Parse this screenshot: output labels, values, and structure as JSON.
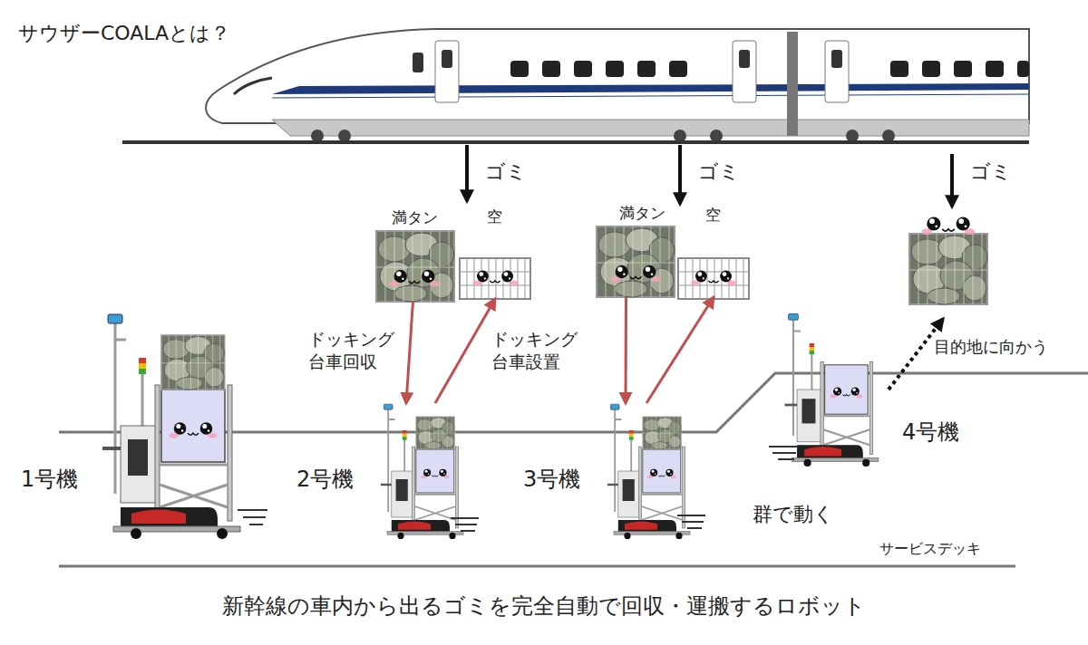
{
  "diagram": {
    "title": "サウザーCOALAとは？",
    "caption": "新幹線の車内から出るゴミを完全自動で回収・運搬するロボット",
    "nodes": [
      {
        "text": [
          "満タン"
        ]
      },
      {
        "text": [
          "空"
        ]
      },
      {
        "text": [
          "満タン"
        ]
      },
      {
        "text": [
          "空"
        ]
      },
      {
        "text": [
          "1号機"
        ]
      },
      {
        "text": [
          "2号機"
        ]
      },
      {
        "text": [
          "3号機"
        ]
      },
      {
        "text": [
          "4号機"
        ]
      }
    ],
    "edges": [
      {
        "from": 0,
        "to": 5,
        "arrow": "to",
        "label": "ドッキング 台車回収"
      },
      {
        "from": 5,
        "to": 1,
        "arrow": "to",
        "label": "ドッキング 台車設置"
      },
      {
        "from": 2,
        "to": 6,
        "arrow": "to"
      },
      {
        "from": 6,
        "to": 3,
        "arrow": "to"
      }
    ],
    "labels": [
      "ゴミ",
      "ゴミ",
      "ゴミ",
      "目的地に向かう",
      "群で動く",
      "サービスデッキ"
    ]
  }
}
